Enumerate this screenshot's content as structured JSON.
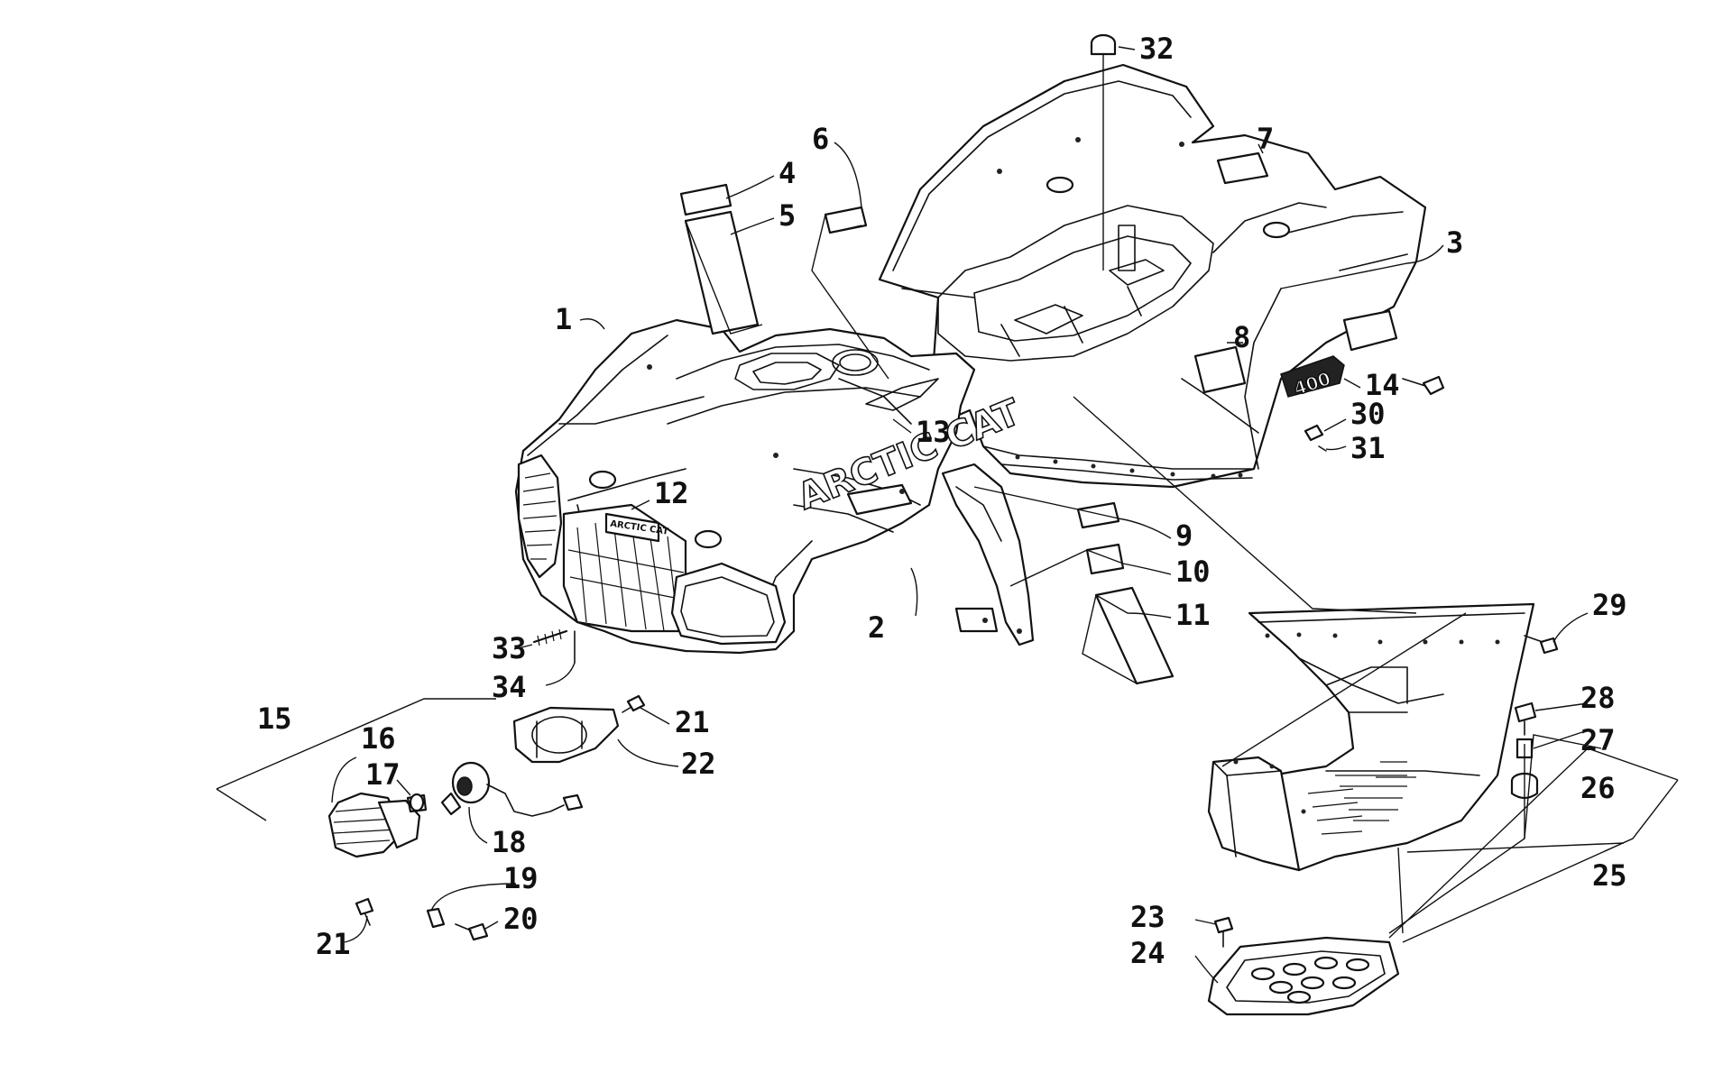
{
  "diagram": {
    "callouts": [
      "1",
      "2",
      "3",
      "4",
      "5",
      "6",
      "7",
      "8",
      "9",
      "10",
      "11",
      "12",
      "13",
      "14",
      "15",
      "16",
      "17",
      "18",
      "19",
      "20",
      "21",
      "21",
      "22",
      "23",
      "24",
      "25",
      "26",
      "27",
      "28",
      "29",
      "30",
      "31",
      "32",
      "33",
      "34"
    ],
    "decals": {
      "hood_logo": "ARCTIC CAT",
      "grille_badge": "ARCTIC CAT",
      "side_badge": "400"
    }
  }
}
